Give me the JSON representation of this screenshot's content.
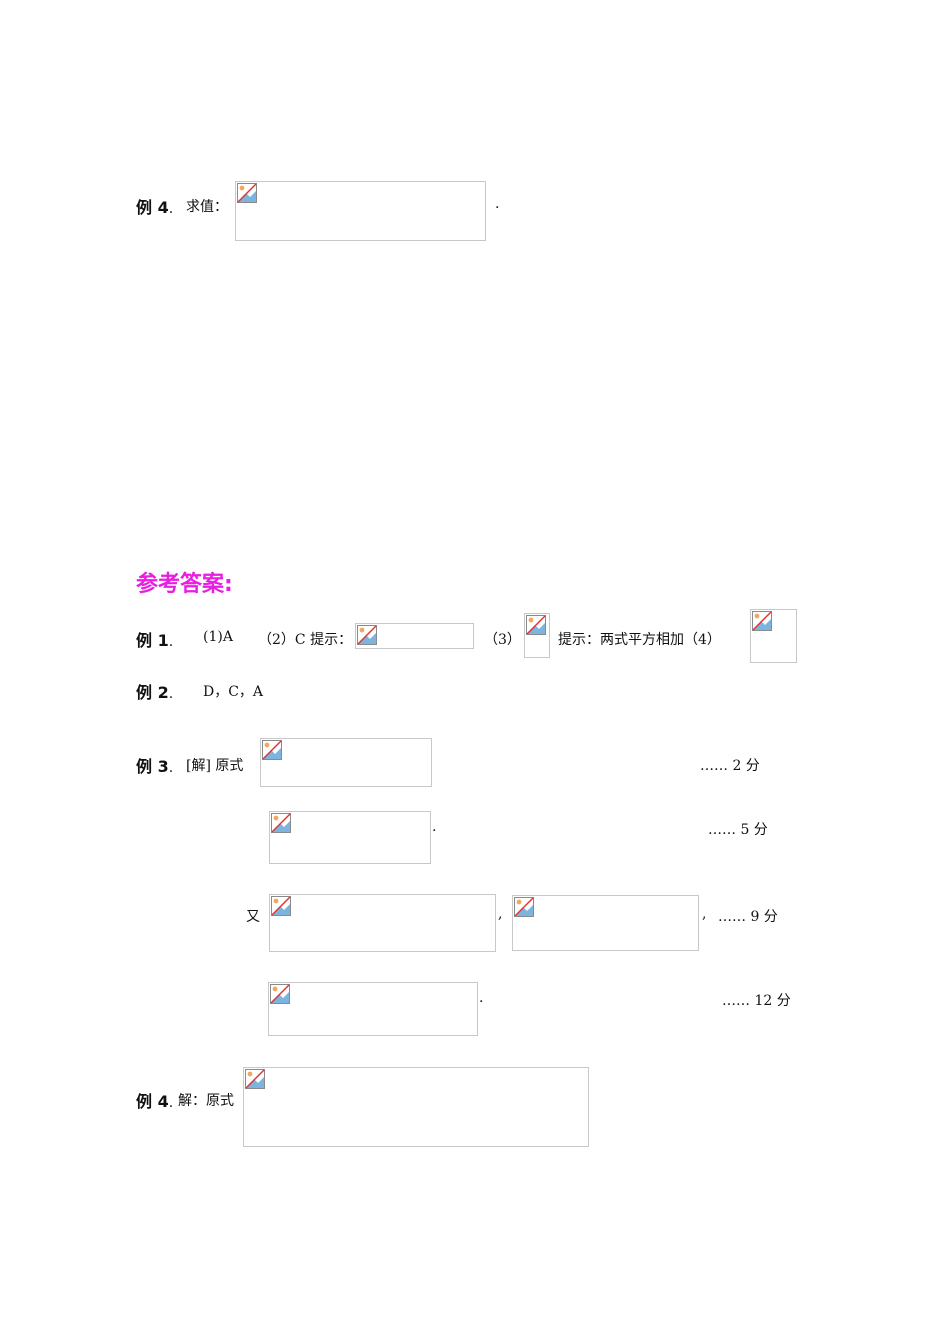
{
  "colors": {
    "heading": "#e81fe0",
    "text": "#111111",
    "image_border": "#c8c8c8"
  },
  "icons": {
    "image_placeholder": "broken-image-icon"
  },
  "ex4_question": {
    "label": "例 4",
    "dot": ".",
    "text": "求值：",
    "end": "."
  },
  "answers_heading": "参考答案:",
  "ex1": {
    "label": "例 1",
    "dot": ".",
    "part1": "(1)A",
    "part2": "（2）C 提示：",
    "part3": "（3）",
    "hint": "提示：两式平方相加（4）"
  },
  "ex2": {
    "label": "例 2",
    "dot": ".",
    "answer": "D，C，A"
  },
  "ex3": {
    "label": "例 3",
    "dot": ".",
    "prefix": "[解] 原式",
    "score1": "…… 2 分",
    "period2": ".",
    "score2": "…… 5 分",
    "you": "又",
    "comma1": ",",
    "comma2": ",",
    "score3": "…… 9 分",
    "period4": ".",
    "score4": "…… 12 分"
  },
  "ex4_answer": {
    "label": "例 4",
    "dot": ".",
    "prefix": "解：原式"
  }
}
